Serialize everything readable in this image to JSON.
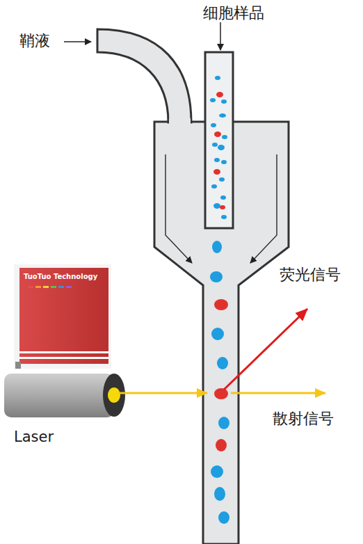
{
  "diagram": {
    "nodes": [
      {
        "text": [
          "TuoTuo Technology"
        ]
      }
    ],
    "labels": [
      "细胞样品",
      "鞘液",
      "荧光信号",
      "散射信号",
      "Laser"
    ]
  }
}
